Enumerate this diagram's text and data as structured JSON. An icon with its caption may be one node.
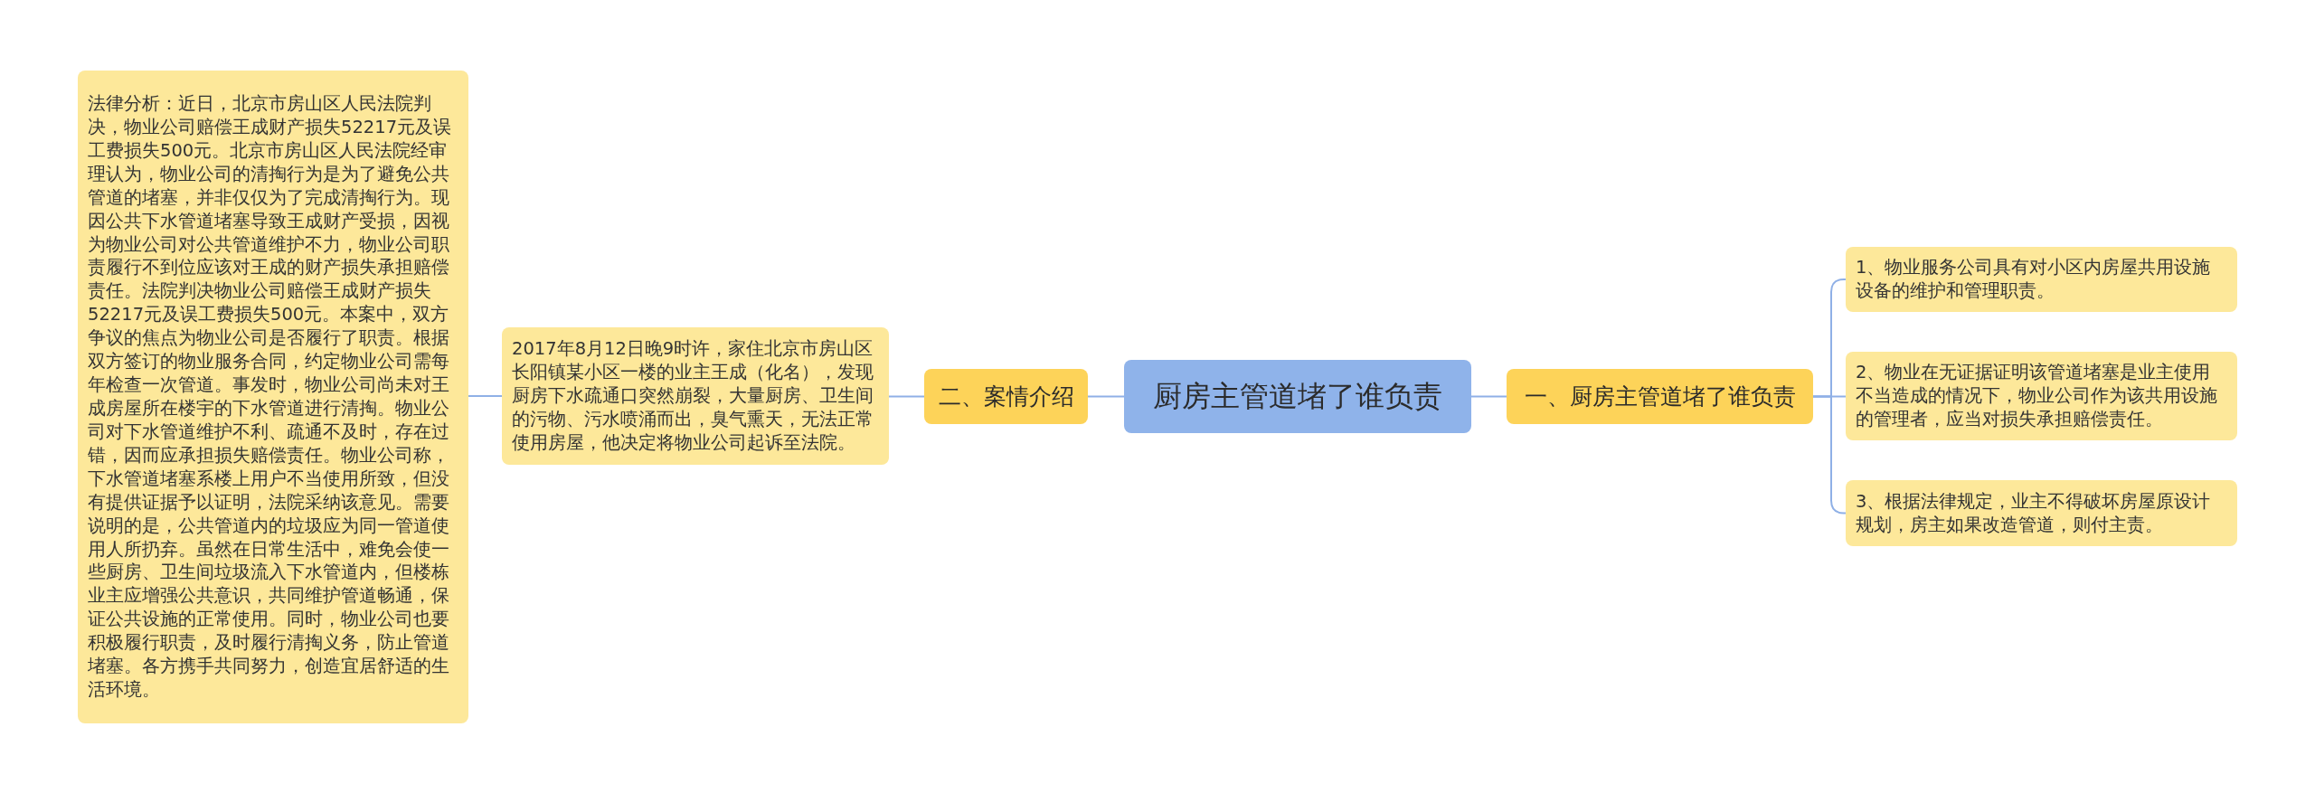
{
  "diagram": {
    "nodes": [
      {
        "text": [
          "厨房主管道堵了谁负责"
        ]
      },
      {
        "text": [
          "一、厨房主管道堵了谁负责"
        ]
      },
      {
        "text": [
          "1、物业服务公司具有对小区内房屋共用设施设备的维护和管理职责。"
        ]
      },
      {
        "text": [
          "2、物业在无证据证明该管道堵塞是业主使用不当造成的情况下，物业公司作为该共用设施的管理者，应当对损失承担赔偿责任。"
        ]
      },
      {
        "text": [
          "3、根据法律规定，业主不得破坏房屋原设计规划，房主如果改造管道，则付主责。"
        ]
      },
      {
        "text": [
          "二、案情介绍"
        ]
      },
      {
        "text": [
          "2017年8月12日晚9时许，家住北京市房山区长阳镇某小区一楼的业主王成（化名），发现厨房下水疏通口突然崩裂，大量厨房、卫生间的污物、污水喷涌而出，臭气熏天，无法正常使用房屋，他决定将物业公司起诉至法院。"
        ]
      },
      {
        "text": [
          "法律分析：近日，北京市房山区人民法院判决，物业公司赔偿王成财产损失52217元及误工费损失500元。北京市房山区人民法院经审理认为，物业公司的清掏行为是为了避免公共管道的堵塞，并非仅仅为了完成清掏行为。现因公共下水管道堵塞导致王成财产受损，因视为物业公司对公共管道维护不力，物业公司职责履行不到位应该对王成的财产损失承担赔偿责任。法院判决物业公司赔偿王成财产损失52217元及误工费损失500元。本案中，双方争议的焦点为物业公司是否履行了职责。根据双方签订的物业服务合同，约定物业公司需每年检查一次管道。事发时，物业公司尚未对王成房屋所在楼宇的下水管道进行清掏。物业公司对下水管道维护不利、疏通不及时，存在过错，因而应承担损失赔偿责任。物业公司称，下水管道堵塞系楼上用户不当使用所致，但没有提供证据予以证明，法院采纳该意见。需要说明的是，公共管道内的垃圾应为同一管道使用人所扔弃。虽然在日常生活中，难免会使一些厨房、卫生间垃圾流入下水管道内，但楼栋业主应增强公共意识，共同维护管道畅通，保证公共设施的正常使用。同时，物业公司也要积极履行职责，及时履行清掏义务，防止管道堵塞。各方携手共同努力，创造宜居舒适的生活环境。"
        ]
      }
    ],
    "edges": [
      {
        "from": 0,
        "to": 1,
        "arrow": "none"
      },
      {
        "from": 1,
        "to": 2,
        "arrow": "none"
      },
      {
        "from": 1,
        "to": 3,
        "arrow": "none"
      },
      {
        "from": 1,
        "to": 4,
        "arrow": "none"
      },
      {
        "from": 0,
        "to": 5,
        "arrow": "none"
      },
      {
        "from": 5,
        "to": 6,
        "arrow": "none"
      },
      {
        "from": 6,
        "to": 7,
        "arrow": "none"
      }
    ]
  }
}
